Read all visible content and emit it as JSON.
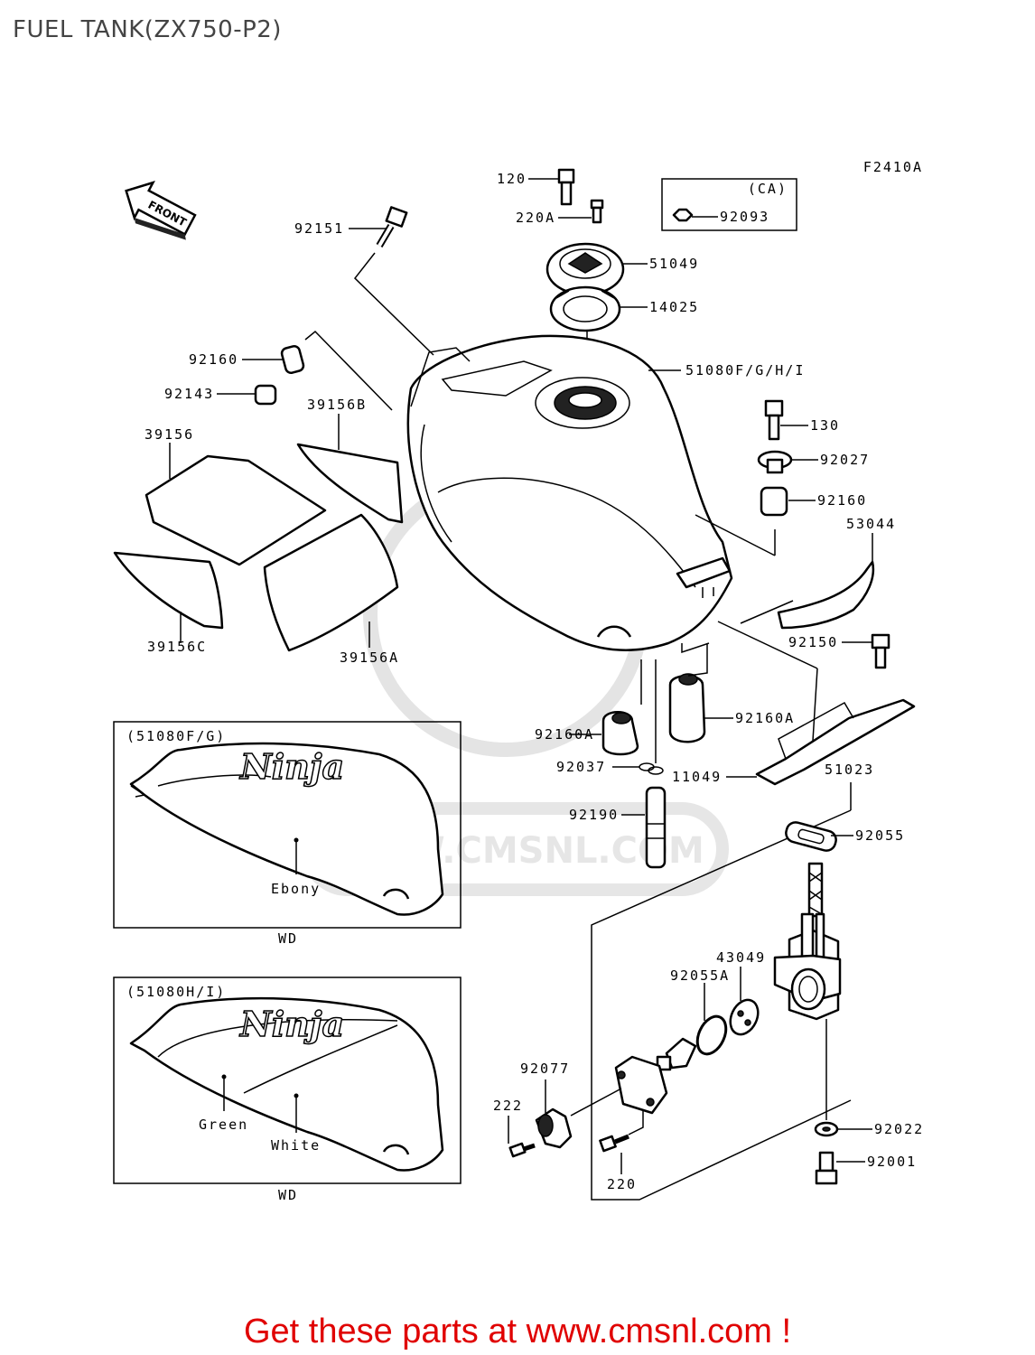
{
  "title": "FUEL TANK(ZX750-P2)",
  "figure_code": "F2410A",
  "front_label": "FRONT",
  "ca_label": "(CA)",
  "watermark": "WWW.CMSNL.COM",
  "footer": "Get these parts at www.cmsnl.com !",
  "parts": {
    "p120": "120",
    "p220A": "220A",
    "p92093": "92093",
    "p92151": "92151",
    "p51049": "51049",
    "p14025": "14025",
    "p92160_top": "92160",
    "p92143": "92143",
    "p51080": "51080F/G/H/I",
    "p39156B": "39156B",
    "p39156": "39156",
    "p130": "130",
    "p92027": "92027",
    "p92160_right": "92160",
    "p53044": "53044",
    "p39156C": "39156C",
    "p39156A": "39156A",
    "p92150": "92150",
    "p92160A_left": "92160A",
    "p92160A_right": "92160A",
    "p92037": "92037",
    "p11049": "11049",
    "p51023": "51023",
    "p92190": "92190",
    "p92055": "92055",
    "p43049": "43049",
    "p92055A": "92055A",
    "p92077": "92077",
    "p222": "222",
    "p92022": "92022",
    "p92001": "92001",
    "p220": "220"
  },
  "inset1": {
    "header": "(51080F/G)",
    "color1": "Ebony",
    "caption": "WD",
    "logo": "Ninja"
  },
  "inset2": {
    "header": "(51080H/I)",
    "color1": "Green",
    "color2": "White",
    "caption": "WD",
    "logo": "Ninja"
  }
}
